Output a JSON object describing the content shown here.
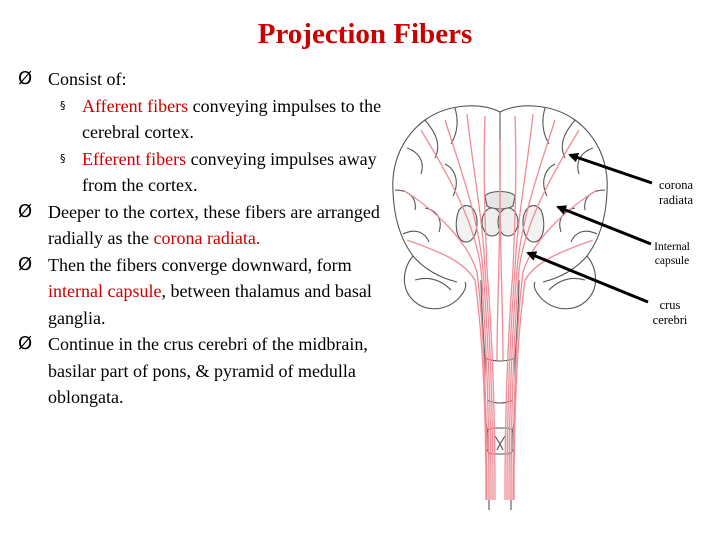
{
  "slide": {
    "title": "Projection Fibers",
    "bullets": [
      {
        "text": "Consist of:"
      },
      {
        "highlight": "Afferent fibers",
        "text": " conveying impulses to the cerebral cortex."
      },
      {
        "highlight": "Efferent fibers",
        "text": " conveying impulses away from the cortex."
      },
      {
        "before": "Deeper to the cortex, these fibers are arranged radially as the ",
        "highlight": "corona radiata."
      },
      {
        "before": "Then the fibers converge downward, form ",
        "highlight": "internal capsule",
        "after": ", between thalamus and basal ganglia."
      },
      {
        "text": "Continue in the crus cerebri of the midbrain, basilar part of pons, & pyramid of medulla oblongata."
      }
    ],
    "bullet_marks": {
      "main": "Ø",
      "sub": "§"
    }
  },
  "diagram": {
    "labels": {
      "corona": "corona radiata",
      "internal": "Internal capsule",
      "crus": "crus cerebri"
    }
  },
  "colors": {
    "accent": "#cc0000",
    "fibers": "#ef8c96",
    "outline": "#555555"
  }
}
